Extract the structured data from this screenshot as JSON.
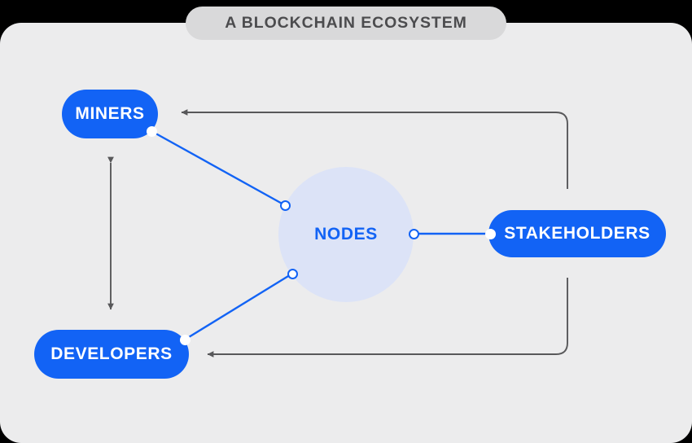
{
  "diagram": {
    "title": "A BLOCKCHAIN ECOSYSTEM",
    "background_color": "#ececed",
    "title_pill_color": "#d9d9da",
    "title_text_color": "#4c4c4e",
    "accent_color": "#1263f5",
    "node_circle_color": "#dce3f7",
    "arrow_color": "#58585a",
    "nodes": [
      {
        "id": "miners",
        "label": "MINERS",
        "shape": "pill",
        "fill": "#1263f5",
        "text_color": "#ffffff"
      },
      {
        "id": "developers",
        "label": "DEVELOPERS",
        "shape": "pill",
        "fill": "#1263f5",
        "text_color": "#ffffff"
      },
      {
        "id": "stakeholders",
        "label": "STAKEHOLDERS",
        "shape": "pill",
        "fill": "#1263f5",
        "text_color": "#ffffff"
      },
      {
        "id": "nodes",
        "label": "NODES",
        "shape": "circle",
        "fill": "#dce3f7",
        "text_color": "#1263f5"
      }
    ],
    "connections": [
      {
        "from": "miners",
        "to": "nodes",
        "style": "line",
        "color": "#1263f5"
      },
      {
        "from": "developers",
        "to": "nodes",
        "style": "line",
        "color": "#1263f5"
      },
      {
        "from": "nodes",
        "to": "stakeholders",
        "style": "line",
        "color": "#1263f5"
      },
      {
        "from": "stakeholders",
        "to": "miners",
        "style": "elbow-arrow",
        "color": "#58585a"
      },
      {
        "from": "stakeholders",
        "to": "developers",
        "style": "elbow-arrow",
        "color": "#58585a"
      },
      {
        "from": "miners",
        "to": "developers",
        "style": "double-arrow",
        "color": "#58585a"
      }
    ]
  }
}
